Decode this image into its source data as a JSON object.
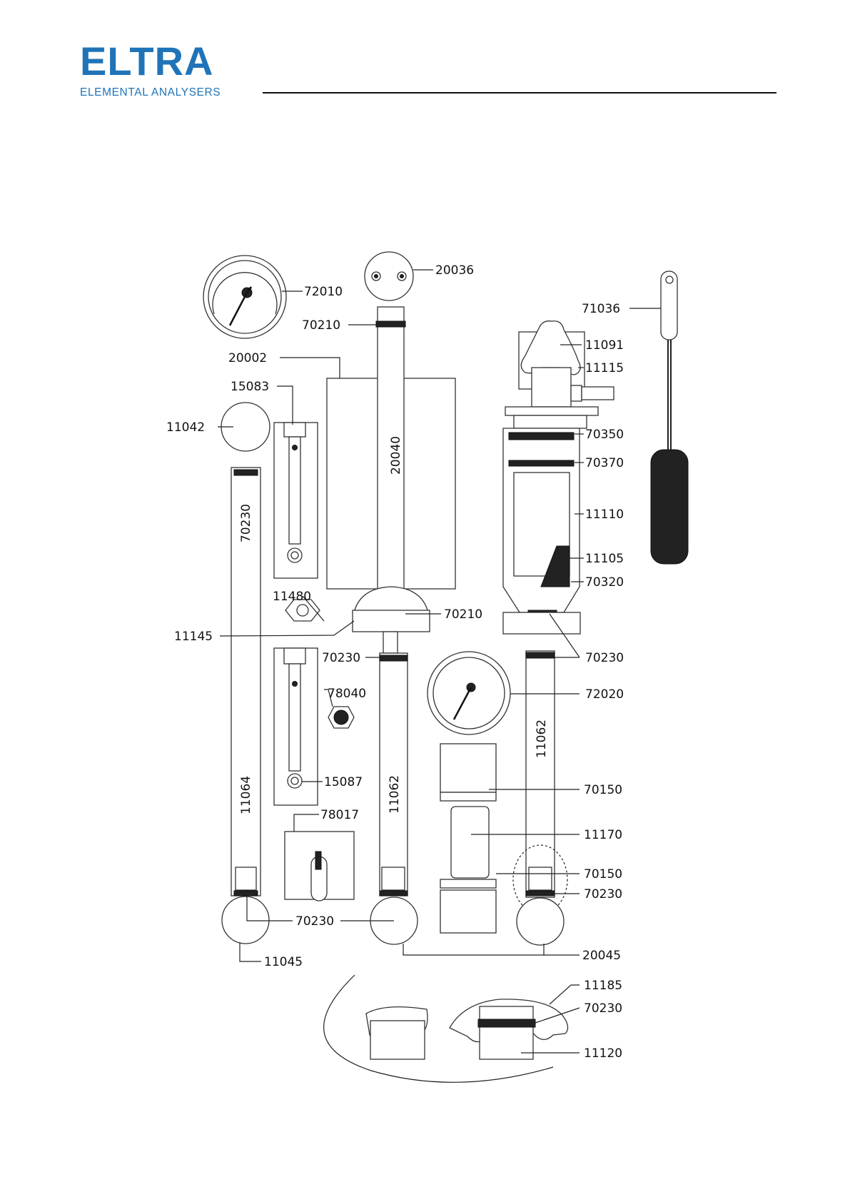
{
  "brand": {
    "name": "ELTRA",
    "tagline": "ELEMENTAL ANALYSERS",
    "color": "#1f74b8"
  },
  "diagram": {
    "labels": [
      {
        "id": "l20036",
        "text": "20036"
      },
      {
        "id": "l72010",
        "text": "72010"
      },
      {
        "id": "l71036",
        "text": "71036"
      },
      {
        "id": "l70210a",
        "text": "70210"
      },
      {
        "id": "l11091",
        "text": "11091"
      },
      {
        "id": "l20002",
        "text": "20002"
      },
      {
        "id": "l11115",
        "text": "11115"
      },
      {
        "id": "l15083",
        "text": "15083"
      },
      {
        "id": "l11042",
        "text": "11042"
      },
      {
        "id": "l70350",
        "text": "70350"
      },
      {
        "id": "l70370",
        "text": "70370"
      },
      {
        "id": "l11110",
        "text": "11110"
      },
      {
        "id": "l11105",
        "text": "11105"
      },
      {
        "id": "l70320",
        "text": "70320"
      },
      {
        "id": "l11480",
        "text": "11480"
      },
      {
        "id": "l70210b",
        "text": "70210"
      },
      {
        "id": "l11145",
        "text": "11145"
      },
      {
        "id": "l70230a",
        "text": "70230"
      },
      {
        "id": "l70230b",
        "text": "70230"
      },
      {
        "id": "l78040",
        "text": "78040"
      },
      {
        "id": "l72020",
        "text": "72020"
      },
      {
        "id": "l15087",
        "text": "15087"
      },
      {
        "id": "l70150a",
        "text": "70150"
      },
      {
        "id": "l78017",
        "text": "78017"
      },
      {
        "id": "l11170",
        "text": "11170"
      },
      {
        "id": "l70150b",
        "text": "70150"
      },
      {
        "id": "l70230c",
        "text": "70230"
      },
      {
        "id": "l70230d",
        "text": "70230"
      },
      {
        "id": "l20045",
        "text": "20045"
      },
      {
        "id": "l11045",
        "text": "11045"
      },
      {
        "id": "l11185",
        "text": "11185"
      },
      {
        "id": "l70230e",
        "text": "70230"
      },
      {
        "id": "l11120",
        "text": "11120"
      }
    ],
    "tube_labels": [
      {
        "id": "t20040",
        "text": "20040"
      },
      {
        "id": "t70230",
        "text": "70230"
      },
      {
        "id": "t11064",
        "text": "11064"
      },
      {
        "id": "t11062a",
        "text": "11062"
      },
      {
        "id": "t11062b",
        "text": "11062"
      }
    ]
  }
}
